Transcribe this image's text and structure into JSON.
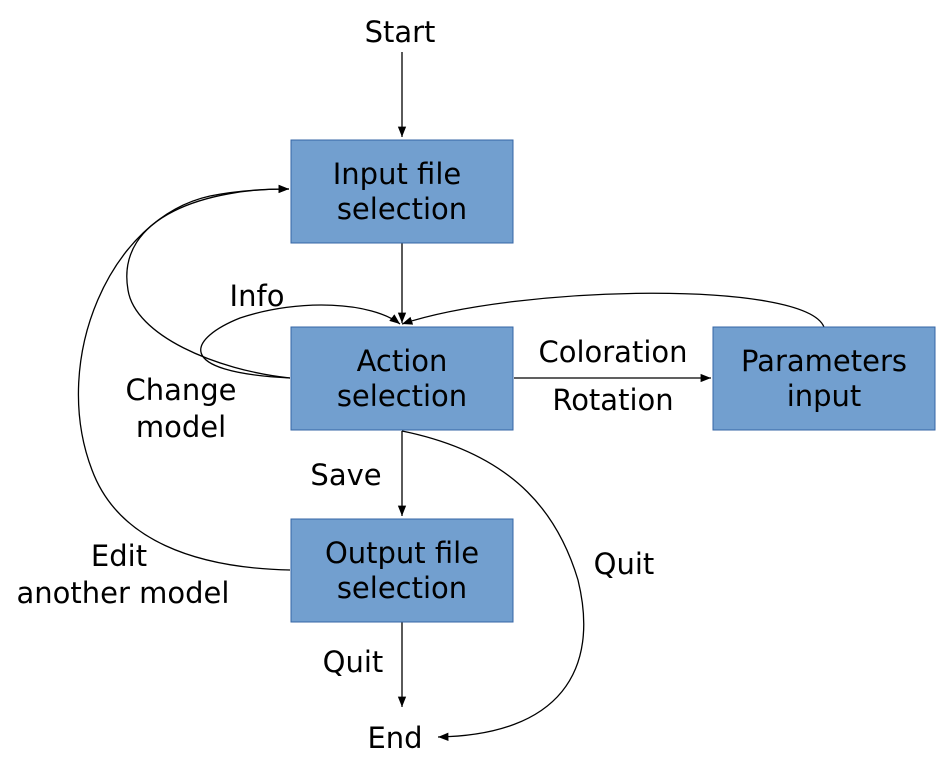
{
  "diagram": {
    "terminals": {
      "start": "Start",
      "end": "End"
    },
    "nodes": {
      "input_file": {
        "line1": "Input file",
        "line2": "selection"
      },
      "action": {
        "line1": "Action",
        "line2": "selection"
      },
      "parameters": {
        "line1": "Parameters",
        "line2": "input"
      },
      "output_file": {
        "line1": "Output file",
        "line2": "selection"
      }
    },
    "edge_labels": {
      "info": "Info",
      "change_model_1": "Change",
      "change_model_2": "model",
      "coloration": "Coloration",
      "rotation": "Rotation",
      "save": "Save",
      "quit_right": "Quit",
      "edit_another_1": "Edit",
      "edit_another_2": "another model",
      "quit_bottom": "Quit"
    },
    "colors": {
      "box_fill": "#729fcf",
      "box_border": "#3465a4",
      "line": "#000000"
    }
  }
}
